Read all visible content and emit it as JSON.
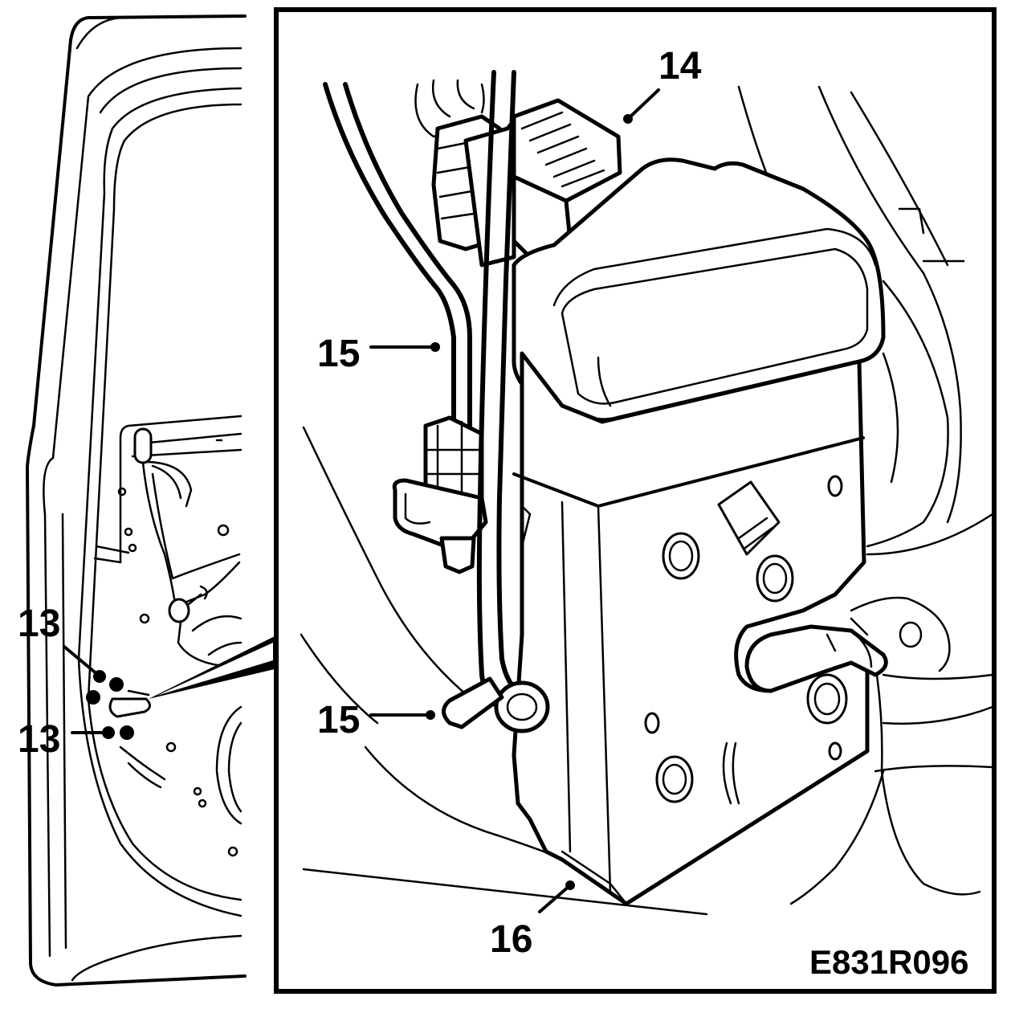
{
  "callouts": {
    "part_14": "14",
    "part_15_upper": "15",
    "part_15_lower": "15",
    "part_16": "16",
    "part_13_upper": "13",
    "part_13_lower": "13"
  },
  "figure_id": "E831R096",
  "colors": {
    "line": "#000000",
    "background": "#ffffff"
  }
}
